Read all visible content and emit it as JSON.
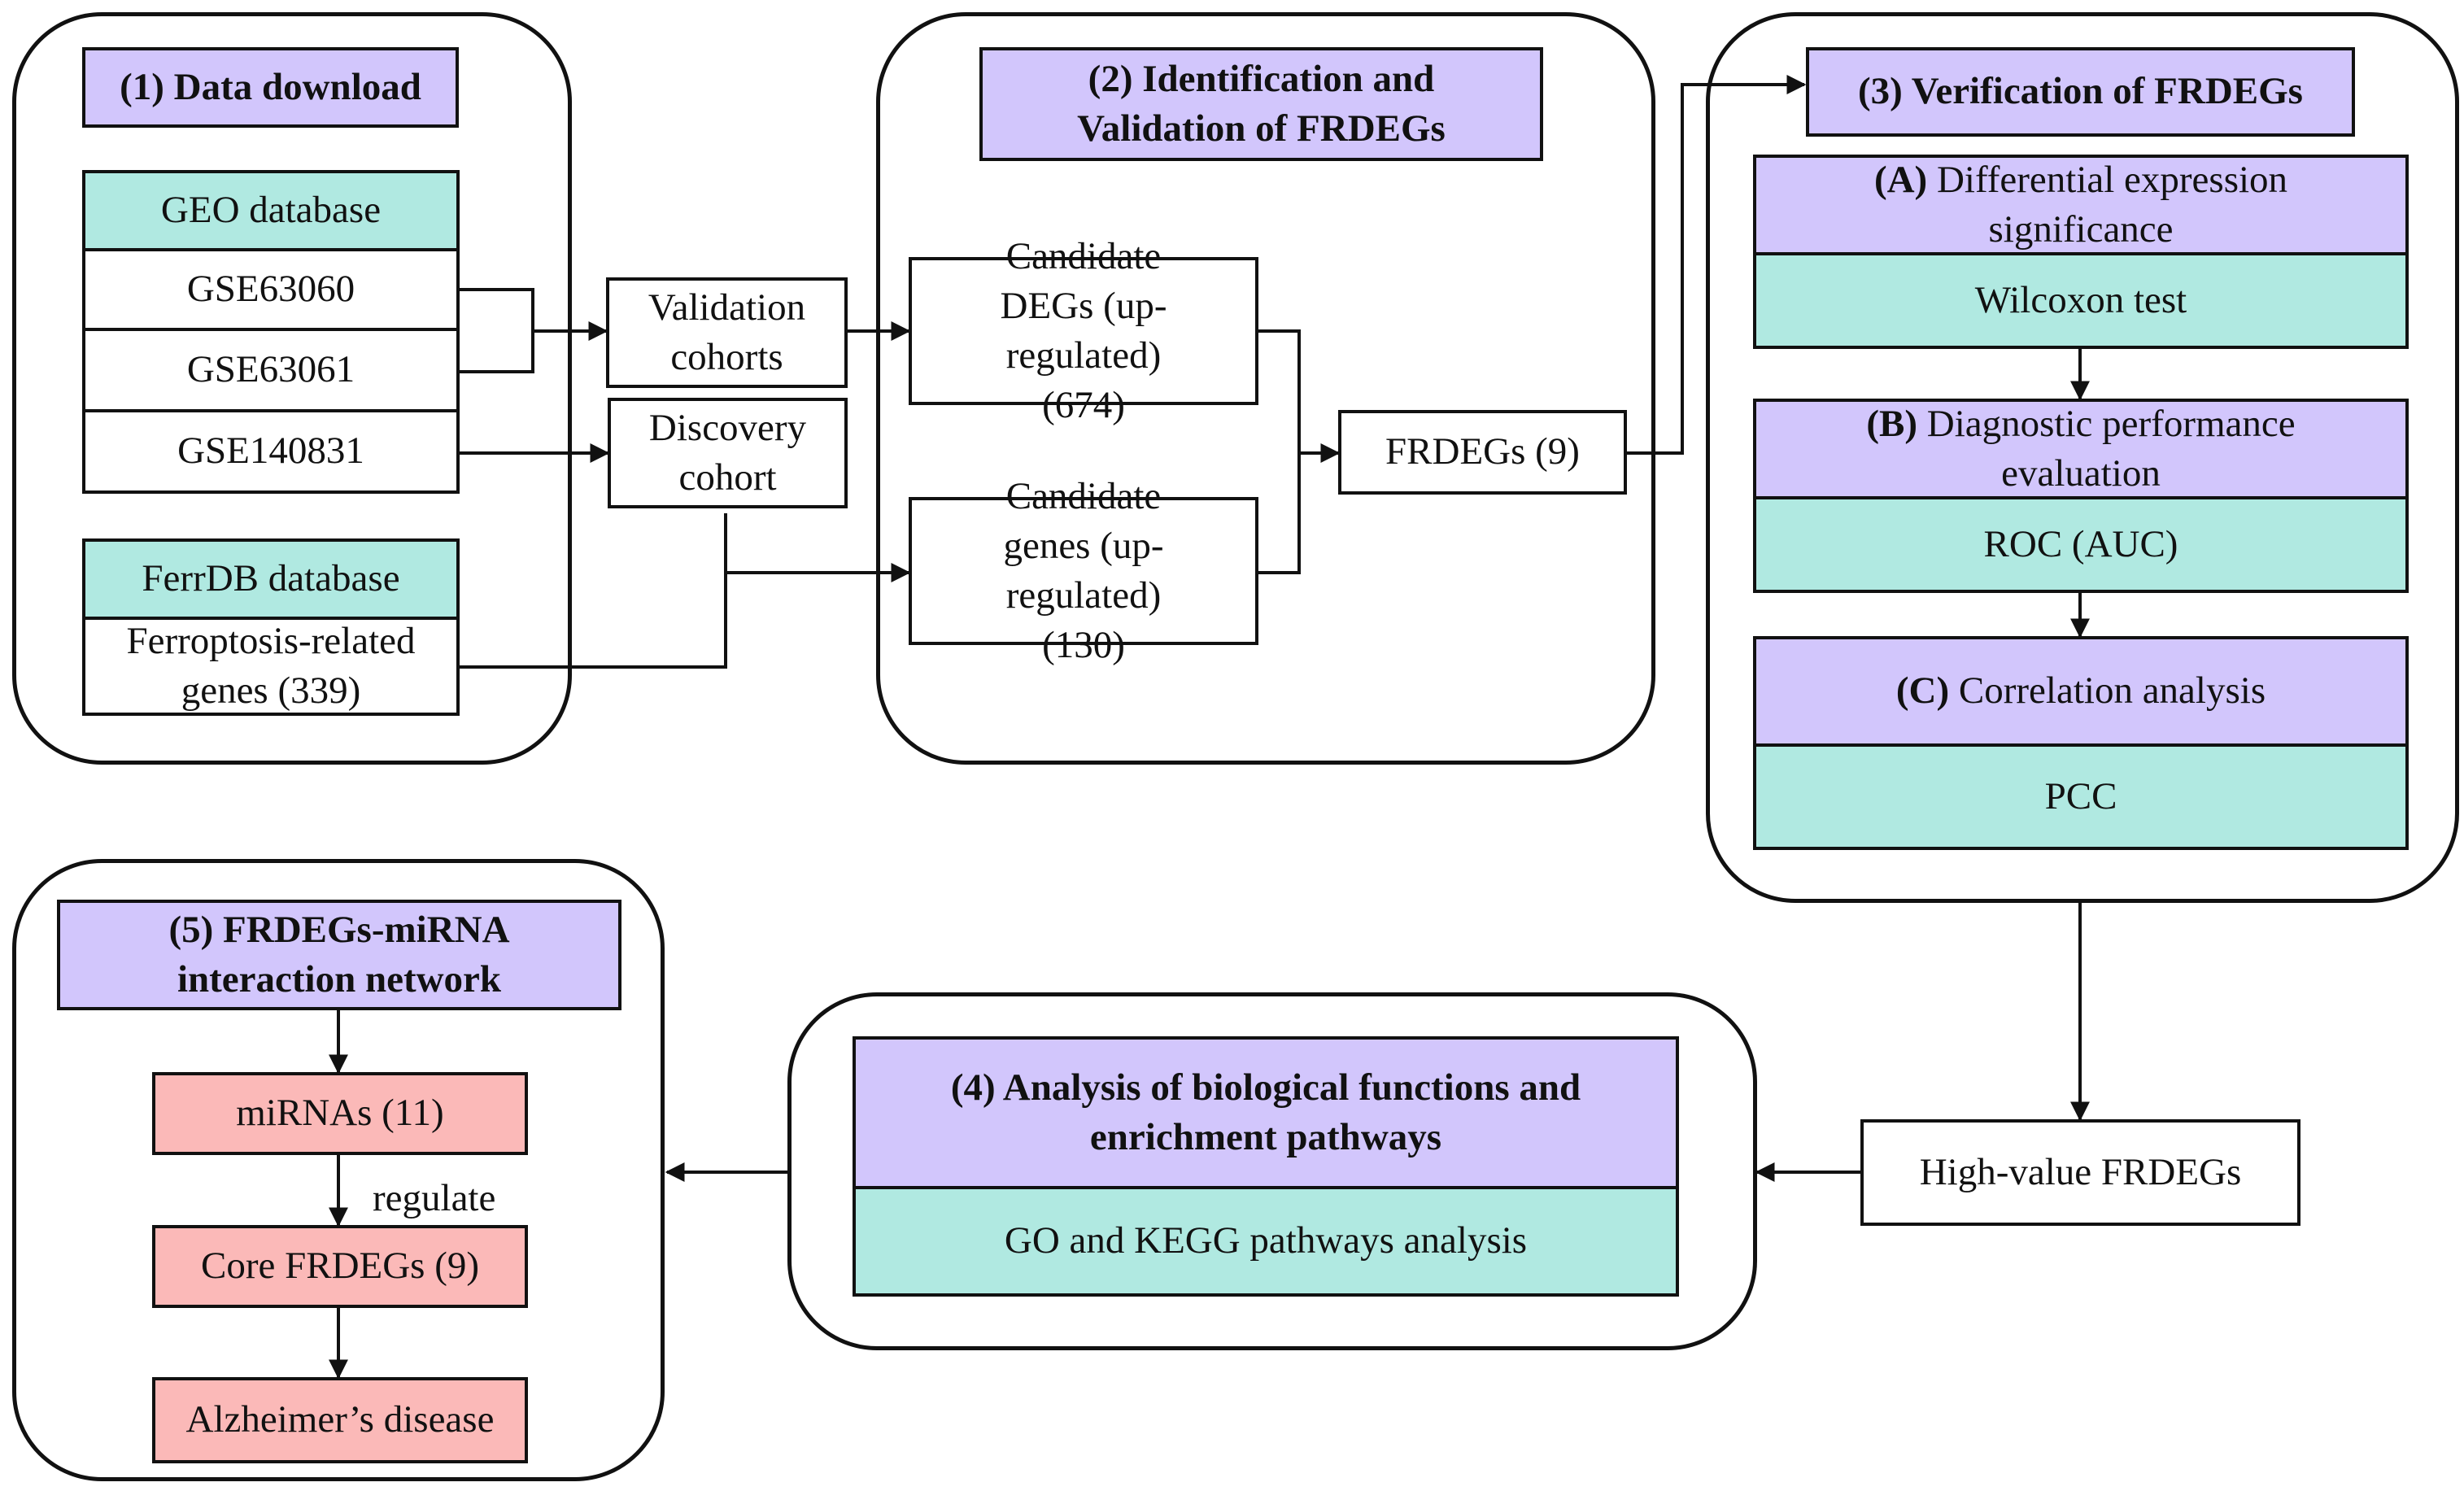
{
  "panel1": {
    "title": "(1) Data download",
    "geo_header": "GEO database",
    "datasets": [
      "GSE63060",
      "GSE63061",
      "GSE140831"
    ],
    "ferrdb_header": "FerrDB database",
    "ferroptosis_genes": "Ferroptosis-related genes (339)"
  },
  "cohorts": {
    "validation": "Validation cohorts",
    "discovery": "Discovery cohort"
  },
  "panel2": {
    "title": "(2) Identification and Validation of FRDEGs",
    "candidate_degs": "Candidate DEGs (up-regulated) (674)",
    "candidate_genes": "Candidate genes (up-regulated) (130)",
    "frdegs": "FRDEGs (9)"
  },
  "panel3": {
    "title": "(3) Verification of FRDEGs",
    "a_letter": "(A)",
    "a_label": "Differential expression significance",
    "a_method": "Wilcoxon test",
    "b_letter": "(B)",
    "b_label": "Diagnostic performance evaluation",
    "b_method": "ROC (AUC)",
    "c_letter": "(C)",
    "c_label": "Correlation analysis",
    "c_method": "PCC"
  },
  "high_value": "High-value FRDEGs",
  "panel4": {
    "title": "(4) Analysis of biological functions and enrichment pathways",
    "method": "GO and KEGG pathways analysis"
  },
  "panel5": {
    "title": "(5) FRDEGs-miRNA interaction network",
    "mirnas": "miRNAs (11)",
    "regulate": "regulate",
    "core": "Core FRDEGs (9)",
    "disease": "Alzheimer’s disease"
  },
  "colors": {
    "title_purple": "#d2c6fc",
    "teal": "#b0e9e1",
    "pink": "#fbb9b8",
    "line": "#111111"
  }
}
